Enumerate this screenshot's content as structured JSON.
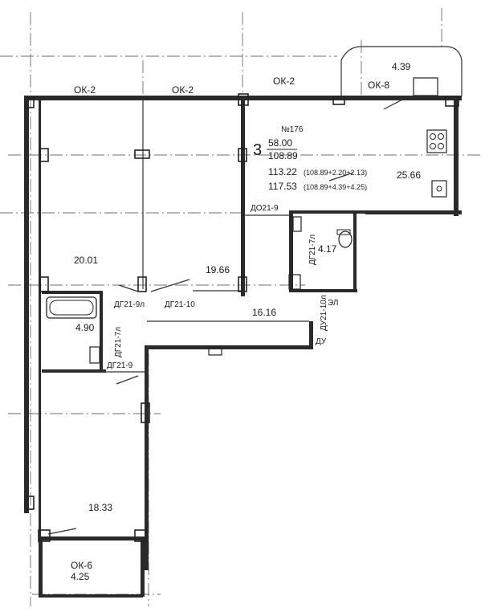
{
  "apartment": {
    "number": "№176",
    "rooms": "3",
    "area_living": "58.00",
    "area_total": "108.89",
    "area_with_loggias_1": "113.22",
    "formula_1": "(108.89+2.20+2.13)",
    "area_with_loggias_2": "117.53",
    "formula_2": "(108.89+4.39+4.25)"
  },
  "rooms": {
    "room_nw": "20.01",
    "room_center": "19.66",
    "kitchen": "25.66",
    "hall": "16.16",
    "bathroom": "4.90",
    "wc": "4.17",
    "room_sw": "18.33",
    "balcony_ne": "4.39",
    "loggia_sw": "4.25"
  },
  "windows": {
    "ok2_a": "ОК-2",
    "ok2_b": "ОК-2",
    "ok2_c": "ОК-2",
    "ok8": "ОК-8",
    "ok6": "ОК-6"
  },
  "doors": {
    "d_entry": "ДО21-9",
    "dg_9l": "ДГ21-9л",
    "dg_10": "ДГ21-10",
    "dg_7l_bath": "ДГ21-7л",
    "dg_9": "ДГ21-9",
    "dg_7l_wc": "ДГ21-7л",
    "du_10l": "ДУ21-10л",
    "du": "ДУ",
    "el": "ЭЛ"
  }
}
